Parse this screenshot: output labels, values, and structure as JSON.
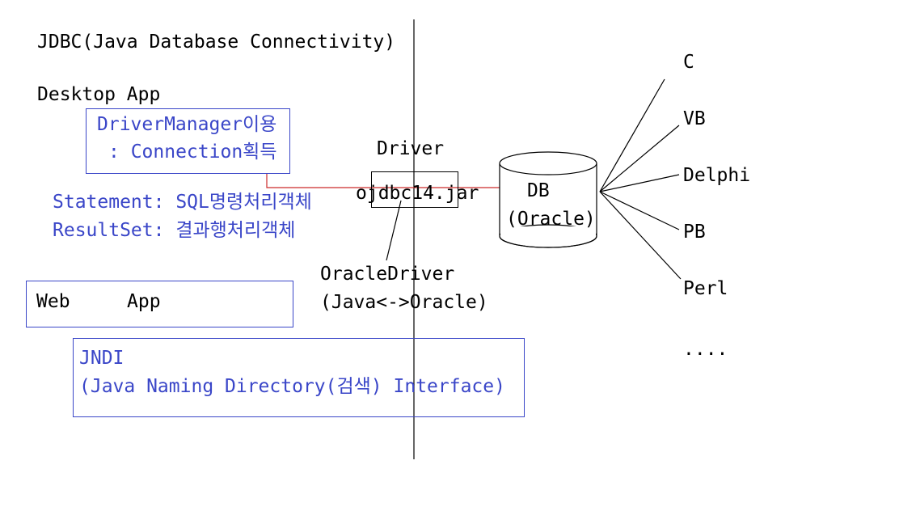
{
  "title": "JDBC(Java Database Connectivity)",
  "desktop": {
    "label": "Desktop App",
    "box_line1": "DriverManager이용",
    "box_line2": ": Connection획득",
    "statement": "Statement: SQL명령처리객체",
    "resultset": "ResultSet: 결과행처리객체"
  },
  "web": {
    "label_web": "Web",
    "label_app": "App"
  },
  "jndi": {
    "line1": "JNDI",
    "line2": "(Java Naming Directory(검색) Interface)"
  },
  "driver": {
    "label": "Driver",
    "jar": "ojdbc14.jar",
    "class_name": "OracleDriver",
    "desc": "(Java<->Oracle)"
  },
  "db": {
    "line1": "DB",
    "line2": "(Oracle)"
  },
  "clients": [
    "C",
    "VB",
    "Delphi",
    "PB",
    "Perl",
    "...."
  ],
  "colors": {
    "blue_text": "#3a46c8",
    "box_border": "#3a46c8",
    "connector": "#cc2b2b",
    "lines": "#000000"
  }
}
